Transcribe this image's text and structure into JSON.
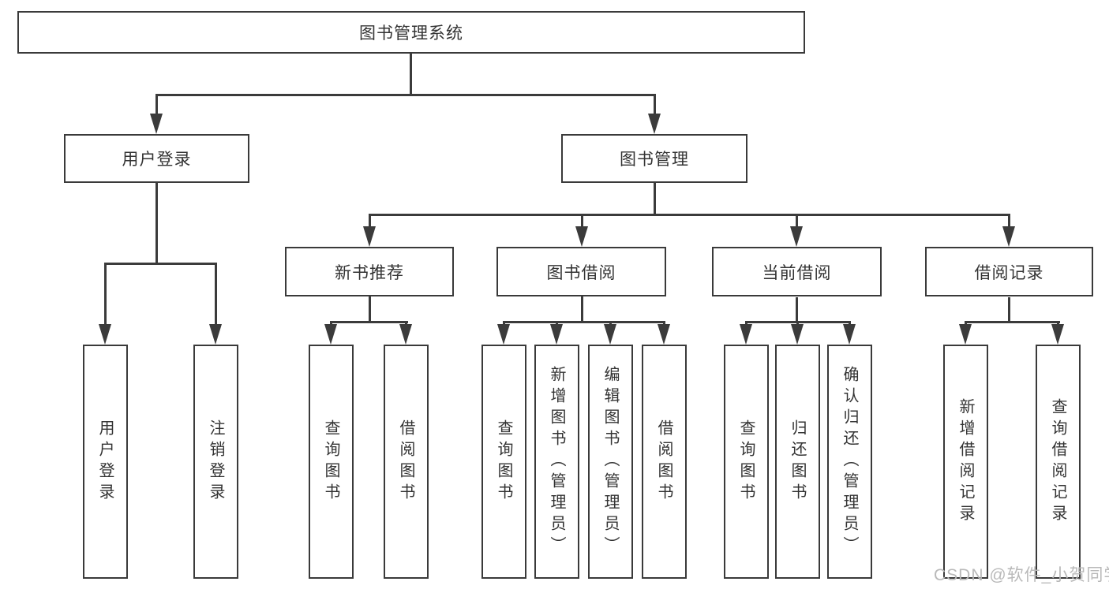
{
  "diagram": {
    "title": "图书管理系统",
    "level1": {
      "user_login": "用户登录",
      "book_management": "图书管理"
    },
    "level2": {
      "new_book_recommend": "新书推荐",
      "book_borrow": "图书借阅",
      "current_borrow": "当前借阅",
      "borrow_records": "借阅记录"
    },
    "leaves": {
      "user": [
        "用户登录",
        "注销登录"
      ],
      "recommend": [
        "查询图书",
        "借阅图书"
      ],
      "borrow": [
        "查询图书",
        "新增图书（管理员）",
        "编辑图书（管理员）",
        "借阅图书"
      ],
      "current": [
        "查询图书",
        "归还图书",
        "确认归还（管理员）"
      ],
      "records": [
        "新增借阅记录",
        "查询借阅记录"
      ]
    },
    "colors": {
      "line": "#3b3b3b",
      "text": "#333333",
      "watermark": "#b9b9b9"
    },
    "watermark": "CSDN @软件_小贺同学"
  }
}
